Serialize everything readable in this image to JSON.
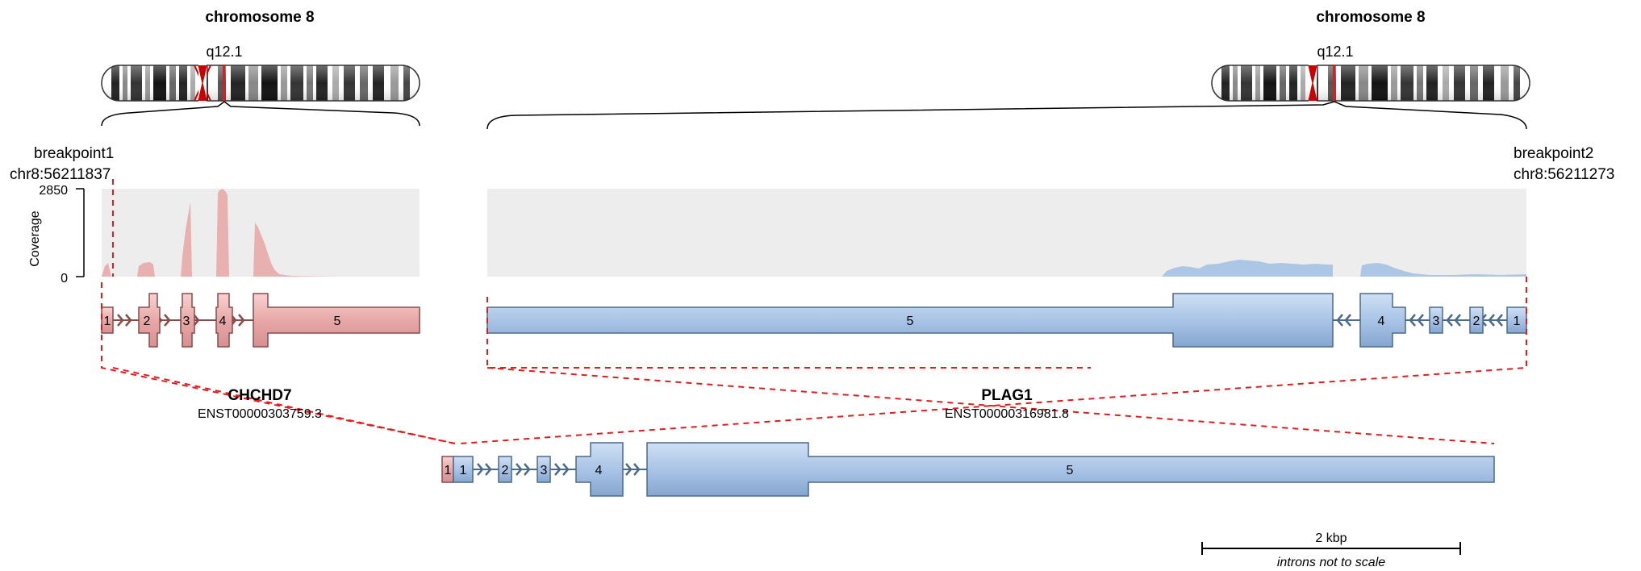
{
  "left_chromosome": {
    "title": "chromosome 8",
    "band": "q12.1"
  },
  "right_chromosome": {
    "title": "chromosome 8",
    "band": "q12.1"
  },
  "breakpoint1": {
    "label": "breakpoint1",
    "position": "chr8:56211837"
  },
  "breakpoint2": {
    "label": "breakpoint2",
    "position": "chr8:56211273"
  },
  "coverage": {
    "axis_label": "Coverage",
    "max_label": "2850",
    "min_label": "0"
  },
  "gene1": {
    "name": "CHCHD7",
    "transcript": "ENST00000303759.3",
    "exons": [
      "1",
      "2",
      "3",
      "4",
      "5"
    ]
  },
  "gene2": {
    "name": "PLAG1",
    "transcript": "ENST00000316981.8",
    "exons": [
      "5",
      "4",
      "3",
      "2",
      "1"
    ]
  },
  "fusion": {
    "exons": [
      "1",
      "1",
      "2",
      "3",
      "4",
      "5"
    ]
  },
  "scale": {
    "label": "2 kbp",
    "note": "introns not to scale"
  },
  "colors": {
    "gene1_fill": "#e8a8a8",
    "gene1_stroke": "#8b4a4a",
    "gene2_fill": "#a9c4e6",
    "gene2_stroke": "#4a6a8e",
    "coverage_bg": "#ededed",
    "breakpoint_line": "#e41a1c"
  }
}
